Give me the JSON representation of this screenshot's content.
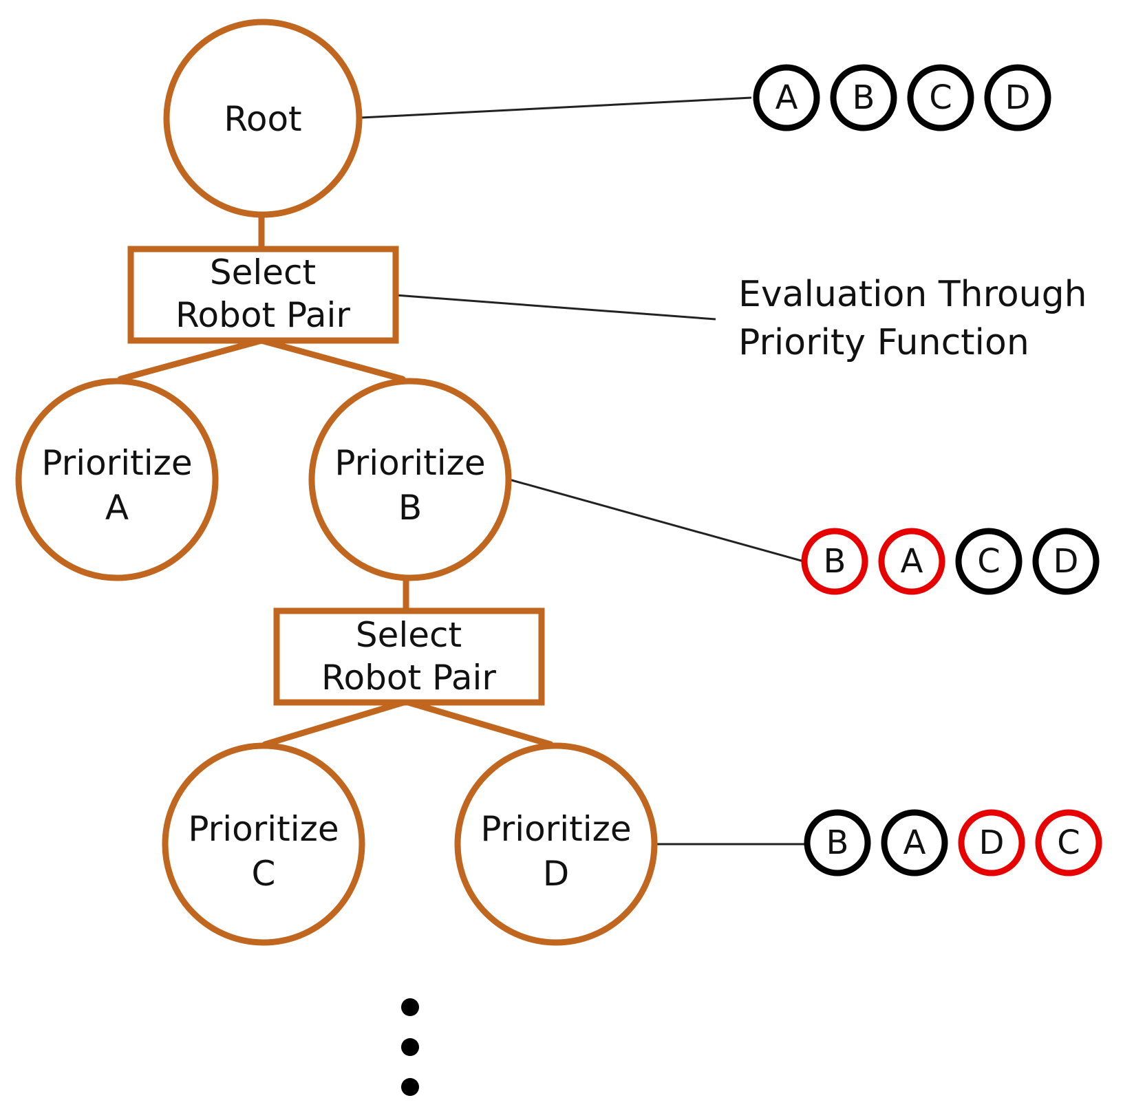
{
  "colors": {
    "tree": "#c0661f",
    "default_ring": "#000000",
    "swapped_ring": "#e60000",
    "text": "#111111",
    "connector": "#222222"
  },
  "tree": {
    "root": {
      "label": "Root"
    },
    "select_1": {
      "lines": [
        "Select",
        "Robot Pair"
      ]
    },
    "prioritize_a": {
      "lines": [
        "Prioritize",
        "A"
      ]
    },
    "prioritize_b": {
      "lines": [
        "Prioritize",
        "B"
      ]
    },
    "select_2": {
      "lines": [
        "Select",
        "Robot Pair"
      ]
    },
    "prioritize_c": {
      "lines": [
        "Prioritize",
        "C"
      ]
    },
    "prioritize_d": {
      "lines": [
        "Prioritize",
        "D"
      ]
    },
    "continuation": "vertical ellipsis"
  },
  "annotation": {
    "lines": [
      "Evaluation Through",
      "Priority Function"
    ]
  },
  "sequences": [
    {
      "attached_to": "root",
      "items": [
        {
          "label": "A",
          "highlight": false
        },
        {
          "label": "B",
          "highlight": false
        },
        {
          "label": "C",
          "highlight": false
        },
        {
          "label": "D",
          "highlight": false
        }
      ]
    },
    {
      "attached_to": "prioritize_b",
      "items": [
        {
          "label": "B",
          "highlight": true
        },
        {
          "label": "A",
          "highlight": true
        },
        {
          "label": "C",
          "highlight": false
        },
        {
          "label": "D",
          "highlight": false
        }
      ]
    },
    {
      "attached_to": "prioritize_d",
      "items": [
        {
          "label": "B",
          "highlight": false
        },
        {
          "label": "A",
          "highlight": false
        },
        {
          "label": "D",
          "highlight": true
        },
        {
          "label": "C",
          "highlight": true
        }
      ]
    }
  ]
}
